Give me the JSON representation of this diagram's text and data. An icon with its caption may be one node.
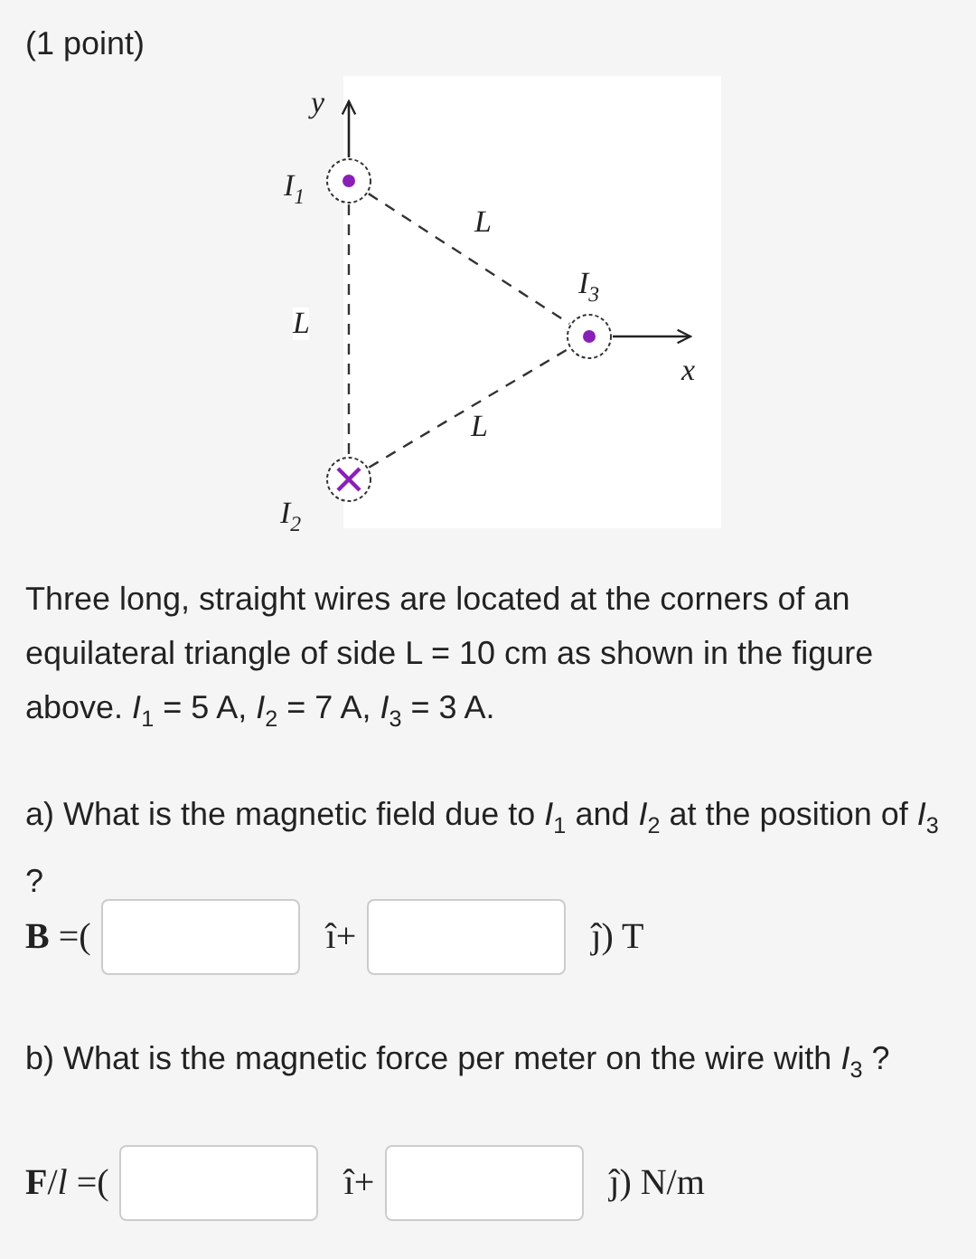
{
  "diagram": {
    "nodes": [
      {
        "text": [],
        "shape": "circle",
        "beside": [
          "*I*$_{1}$"
        ]
      },
      {
        "text": [],
        "shape": "circle",
        "beside": [
          "*I*$_{2}$"
        ]
      },
      {
        "text": [],
        "shape": "circle",
        "beside": [
          "*I*$_{3}$"
        ]
      }
    ],
    "edges": [
      {
        "from": 0,
        "to": 2,
        "arrow": "none",
        "style": "dashed",
        "label": "L"
      },
      {
        "from": 0,
        "to": 1,
        "arrow": "none",
        "style": "dashed",
        "label": "L"
      },
      {
        "from": 1,
        "to": 2,
        "arrow": "none",
        "style": "dashed",
        "label": "L"
      }
    ],
    "labels": [
      "(1 point)",
      "y",
      "x",
      "Three long, straight wires are located at the corners of an equilateral triangle of side L = 10 cm as shown in the figure above. *I*$_{1}$ = 5 A, *I*$_{2}$ = 7 A, *I*$_{3}$ = 3 A.",
      "a) What is the magnetic field due to *I*$_{1}$ and *I*$_{2}$ at the position of *I*$_{3}$ ?",
      "**B** =(",
      "î+",
      "ĵ) T",
      "b) What is the magnetic force per meter on the wire with *I*$_{3}$ ?",
      "**F**/*l* =(",
      "î+",
      "ĵ) N/m"
    ]
  }
}
